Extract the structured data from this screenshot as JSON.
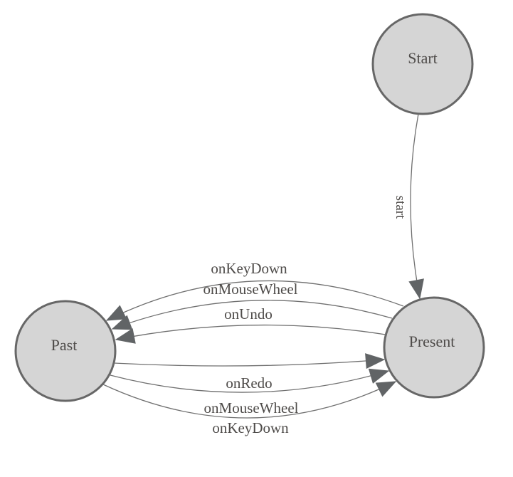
{
  "diagram": {
    "type": "state-machine",
    "nodes": [
      {
        "id": "start",
        "label": "Start"
      },
      {
        "id": "present",
        "label": "Present"
      },
      {
        "id": "past",
        "label": "Past"
      }
    ],
    "edges": [
      {
        "from": "Start",
        "to": "Present",
        "label": "start"
      },
      {
        "from": "Present",
        "to": "Past",
        "label": "onKeyDown"
      },
      {
        "from": "Present",
        "to": "Past",
        "label": "onMouseWheel"
      },
      {
        "from": "Present",
        "to": "Past",
        "label": "onUndo"
      },
      {
        "from": "Past",
        "to": "Present",
        "label": "onRedo"
      },
      {
        "from": "Past",
        "to": "Present",
        "label": "onMouseWheel"
      },
      {
        "from": "Past",
        "to": "Present",
        "label": "onKeyDown"
      }
    ],
    "colors": {
      "background": "#ffffff",
      "node_fill": "#d5d5d5",
      "node_stroke": "#676767",
      "edge": "#707070",
      "arrow": "#616466",
      "text": "#4e4b49"
    }
  }
}
